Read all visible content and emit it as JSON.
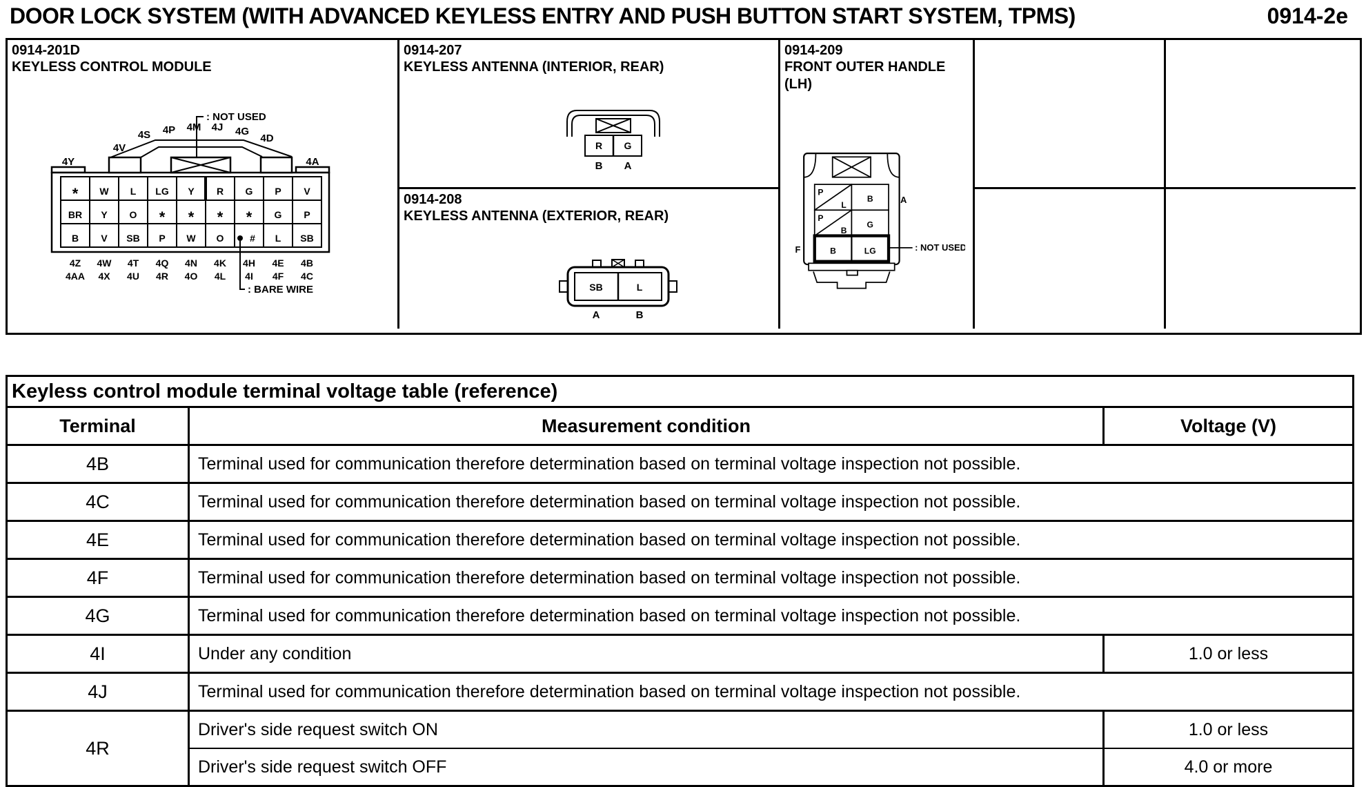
{
  "header": {
    "title": "DOOR LOCK SYSTEM (WITH ADVANCED KEYLESS ENTRY AND PUSH BUTTON START SYSTEM, TPMS)",
    "code": "0914-2e"
  },
  "panels": {
    "module": {
      "code": "0914-201D",
      "name": "KEYLESS CONTROL MODULE",
      "legend_not_used": ": NOT USED",
      "legend_bare_wire": ": BARE WIRE",
      "top_labels": [
        "4Y",
        "4V",
        "4S",
        "4P",
        "4M",
        "4J",
        "4G",
        "4D",
        "4A"
      ],
      "pin_rows": [
        [
          "*",
          "W",
          "L",
          "LG",
          "Y",
          "R",
          "G",
          "P",
          "V"
        ],
        [
          "BR",
          "Y",
          "O",
          "*",
          "*",
          "*",
          "*",
          "G",
          "P"
        ],
        [
          "B",
          "V",
          "SB",
          "P",
          "W",
          "O",
          "#",
          "L",
          "SB"
        ]
      ],
      "bottom_labels_row1": [
        "4Z",
        "4W",
        "4T",
        "4Q",
        "4N",
        "4K",
        "4H",
        "4E",
        "4B"
      ],
      "bottom_labels_row2": [
        "4AA",
        "4X",
        "4U",
        "4R",
        "4O",
        "4L",
        "4I",
        "4F",
        "4C"
      ]
    },
    "antenna_interior": {
      "code": "0914-207",
      "name": "KEYLESS ANTENNA (INTERIOR, REAR)",
      "pins": [
        "R",
        "G"
      ],
      "positions": [
        "B",
        "A"
      ]
    },
    "antenna_exterior": {
      "code": "0914-208",
      "name": "KEYLESS ANTENNA (EXTERIOR, REAR)",
      "pins": [
        "SB",
        "L"
      ],
      "positions": [
        "A",
        "B"
      ]
    },
    "handle": {
      "code": "0914-209",
      "name": "FRONT OUTER HANDLE",
      "name2": "(LH)",
      "legend_not_used": ": NOT USED",
      "pins": {
        "r1_left_top": "P",
        "r1_left_bottom": "L",
        "r1_right": "B",
        "r2_left_top": "P",
        "r2_left_bottom": "B",
        "r2_right": "G",
        "r3_left": "B",
        "r3_right": "LG"
      },
      "positions": {
        "top_right": "A",
        "bottom_left": "F"
      }
    }
  },
  "voltage_table": {
    "title": "Keyless control module terminal voltage table (reference)",
    "headers": {
      "terminal": "Terminal",
      "condition": "Measurement condition",
      "voltage": "Voltage (V)"
    },
    "rows": [
      {
        "terminal": "4B",
        "condition": "Terminal used for communication therefore determination based on terminal voltage inspection not possible.",
        "voltage": null
      },
      {
        "terminal": "4C",
        "condition": "Terminal used for communication therefore determination based on terminal voltage inspection not possible.",
        "voltage": null
      },
      {
        "terminal": "4E",
        "condition": "Terminal used for communication therefore determination based on terminal voltage inspection not possible.",
        "voltage": null
      },
      {
        "terminal": "4F",
        "condition": "Terminal used for communication therefore determination based on terminal voltage inspection not possible.",
        "voltage": null
      },
      {
        "terminal": "4G",
        "condition": "Terminal used for communication therefore determination based on terminal voltage inspection not possible.",
        "voltage": null
      },
      {
        "terminal": "4I",
        "condition": "Under any condition",
        "voltage": "1.0 or less"
      },
      {
        "terminal": "4J",
        "condition": "Terminal used for communication therefore determination based on terminal voltage inspection not possible.",
        "voltage": null
      },
      {
        "terminal": "4R",
        "condition": "Driver's side request switch ON",
        "voltage": "1.0 or less"
      },
      {
        "terminal": "",
        "condition": "Driver's side request switch OFF",
        "voltage": "4.0 or more"
      }
    ]
  }
}
